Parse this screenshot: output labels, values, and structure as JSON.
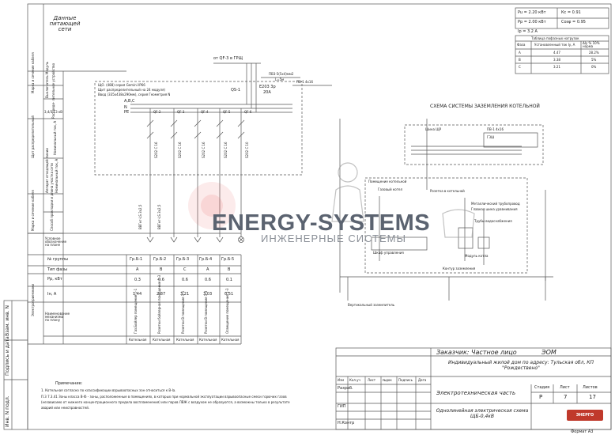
{
  "left_strip": {
    "title": "Данные питающей сети",
    "labels": [
      "Марка и сечение кабеля",
      "Выключатель Модуль",
      "Распреде- лительное устройство",
      "Щит распределительный",
      "Номинальный ток, А",
      "Аппарат отходящей линии",
      "Номинальный ток, А",
      "Марка и сечение кабеля",
      "Способ прокладки и длина участка сети",
      "Условное обозначение на плане",
      "№ группы",
      "Тип фазы",
      "Pр, кВт",
      "Iн, А",
      "Наименование механизма по плану",
      "Электроприемники"
    ],
    "small": "3,4/3,13 кВ"
  },
  "side_stamps": [
    "Инв. N подл.",
    "Подпись и дата",
    "Взам. инв. N"
  ],
  "panel": {
    "line1": "ЩО. (488) серия Gemini IP66",
    "line2": "Щит распределительный на 24 модуля)",
    "line3": "Ввод (335х438х290мм), серия Геометрия N",
    "abc": "A,B,C",
    "n": "N",
    "pe": "PE",
    "qs": "QS-1",
    "main_breaker": "E203 3р",
    "main_rating": "20А",
    "feed": "от QF-3 в ГРЩ",
    "feed_cable": "ПВ3-5(5х4)мм2",
    "feed_len": "L=5м",
    "breakers": [
      "QF-2",
      "QF-3",
      "QF-4",
      "QF-5",
      "QF-6"
    ],
    "ratings": [
      "S202 С 16",
      "S202 С 16",
      "S202 С 16",
      "S202 С 16",
      "S202 С 10"
    ],
    "cables_1": "ВВГнг-LS 3х2,5",
    "cables_2": "ВВГнг-LS 3х2,5",
    "pv": "ПВ-1 4х16"
  },
  "groups": {
    "numbers": [
      "Гр.Б-1",
      "Гр.Б-2",
      "Гр.Б-3",
      "Гр.Б-4",
      "Гр.Б-5"
    ],
    "phase": [
      "A",
      "B",
      "C",
      "A",
      "B"
    ],
    "power": [
      "0.3",
      "0.6",
      "0.6",
      "0.6",
      "0.1"
    ],
    "current": [
      "1.44",
      "2.87",
      "3.21",
      "3.03",
      "0.51"
    ],
    "names": [
      "Газ.Бойлер помещение 1-1",
      "Розетки бойлерная помещение 1-3",
      "Розетки В помещение 1-1",
      "Розетки В помещение 1-3",
      "Освещение помещение 1-3"
    ],
    "room": [
      "Котельная",
      "Котельная",
      "Котельная",
      "Котельная",
      "Котельная"
    ]
  },
  "ground_scheme": {
    "title": "СХЕМА СИСТЕМЫ ЗАЗЕМЛЕНИЯ КОТЕЛЬНОЙ",
    "labels": [
      "Шина ЩР",
      "ПВ-1 4х16",
      "ГЗШ",
      "Газовый котел",
      "Металлический трубопровод",
      "Главная шина уравнивания",
      "Трубы водоснабжения",
      "Розетка в котельной",
      "Шкаф управления",
      "Помещение котельной",
      "Вертикальный заземлитель",
      "Контур заземления",
      "Модуль котла"
    ]
  },
  "stats": {
    "pu": "Pu = 2.20 кВт",
    "pr": "Pр = 2.00 кВт",
    "ip": "Iр = 3.2 А",
    "kc": "Кс = 0.91",
    "cos": "Cosφ = 0.95",
    "table_title": "Таблица пофазных нагрузок",
    "headers": [
      "Фаза",
      "Установленный ток Iу, А",
      "ΔIу % 10% норма"
    ],
    "rows": [
      [
        "A",
        "4.47",
        "28.2%"
      ],
      [
        "B",
        "3.38",
        "5%"
      ],
      [
        "C",
        "3.21",
        "0%"
      ]
    ]
  },
  "title_block": {
    "customer": "Заказчик: Частное лицо",
    "code": "ЭОМ",
    "object": "Индивидуальный жилой дом по адресу: Тульская обл, КП \"Рождествено\"",
    "section": "Электротехническая часть",
    "stage_h": "Стадия",
    "sheet_h": "Лист",
    "sheets_h": "Листов",
    "stage": "Р",
    "sheet": "7",
    "sheets": "17",
    "drawing": "Однолинейная электрическая схема ЩБ-0,4кВ",
    "cols": [
      "Изм",
      "Кол.уч",
      "Лист",
      "№док",
      "Подпись",
      "Дата"
    ],
    "roles": [
      "Разраб.",
      "ГИП",
      "Н.Контр"
    ],
    "format": "Формат А3",
    "logo": "ЭНЕРГО СИСТЕМЫ"
  },
  "notes": {
    "title": "Примечание:",
    "line1": "1.  Котельная согласно по классификации взрывоопасных зон относиться к В-Iа.",
    "line2": "П.3 7.3.41 Зоны класса В-Iб - зоны, расположенные в помещениях, в которых при нормальной эксплуатации взрывоопасные смеси горючих газов",
    "line3": "(независимо от нижнего концентрационного предела воспламенения) или паров ЛВЖ с воздухом не образуются, а возможны только в результате",
    "line4": "аварий или неисправностей."
  },
  "watermark": {
    "main": "ENERGY-SYSTEMS",
    "sub": "ИНЖЕНЕРНЫЕ СИСТЕМЫ"
  }
}
